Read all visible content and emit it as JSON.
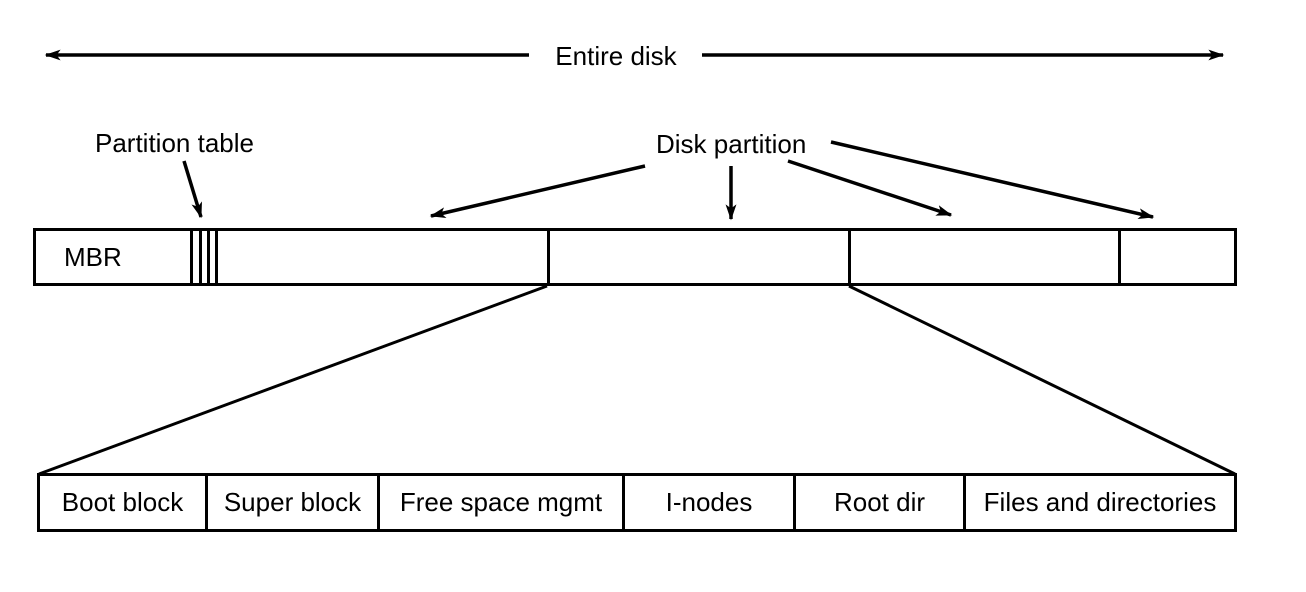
{
  "labels": {
    "entire_disk": "Entire disk",
    "partition_table": "Partition table",
    "disk_partition": "Disk partition",
    "mbr": "MBR"
  },
  "disk": {
    "partition_count": 4,
    "expanded_partition_index": 2
  },
  "filesystem": {
    "segments": [
      {
        "label": "Boot block"
      },
      {
        "label": "Super block"
      },
      {
        "label": "Free space mgmt"
      },
      {
        "label": "I-nodes"
      },
      {
        "label": "Root dir"
      },
      {
        "label": "Files and directories"
      }
    ]
  },
  "colors": {
    "line": "#000000",
    "background": "#ffffff"
  }
}
